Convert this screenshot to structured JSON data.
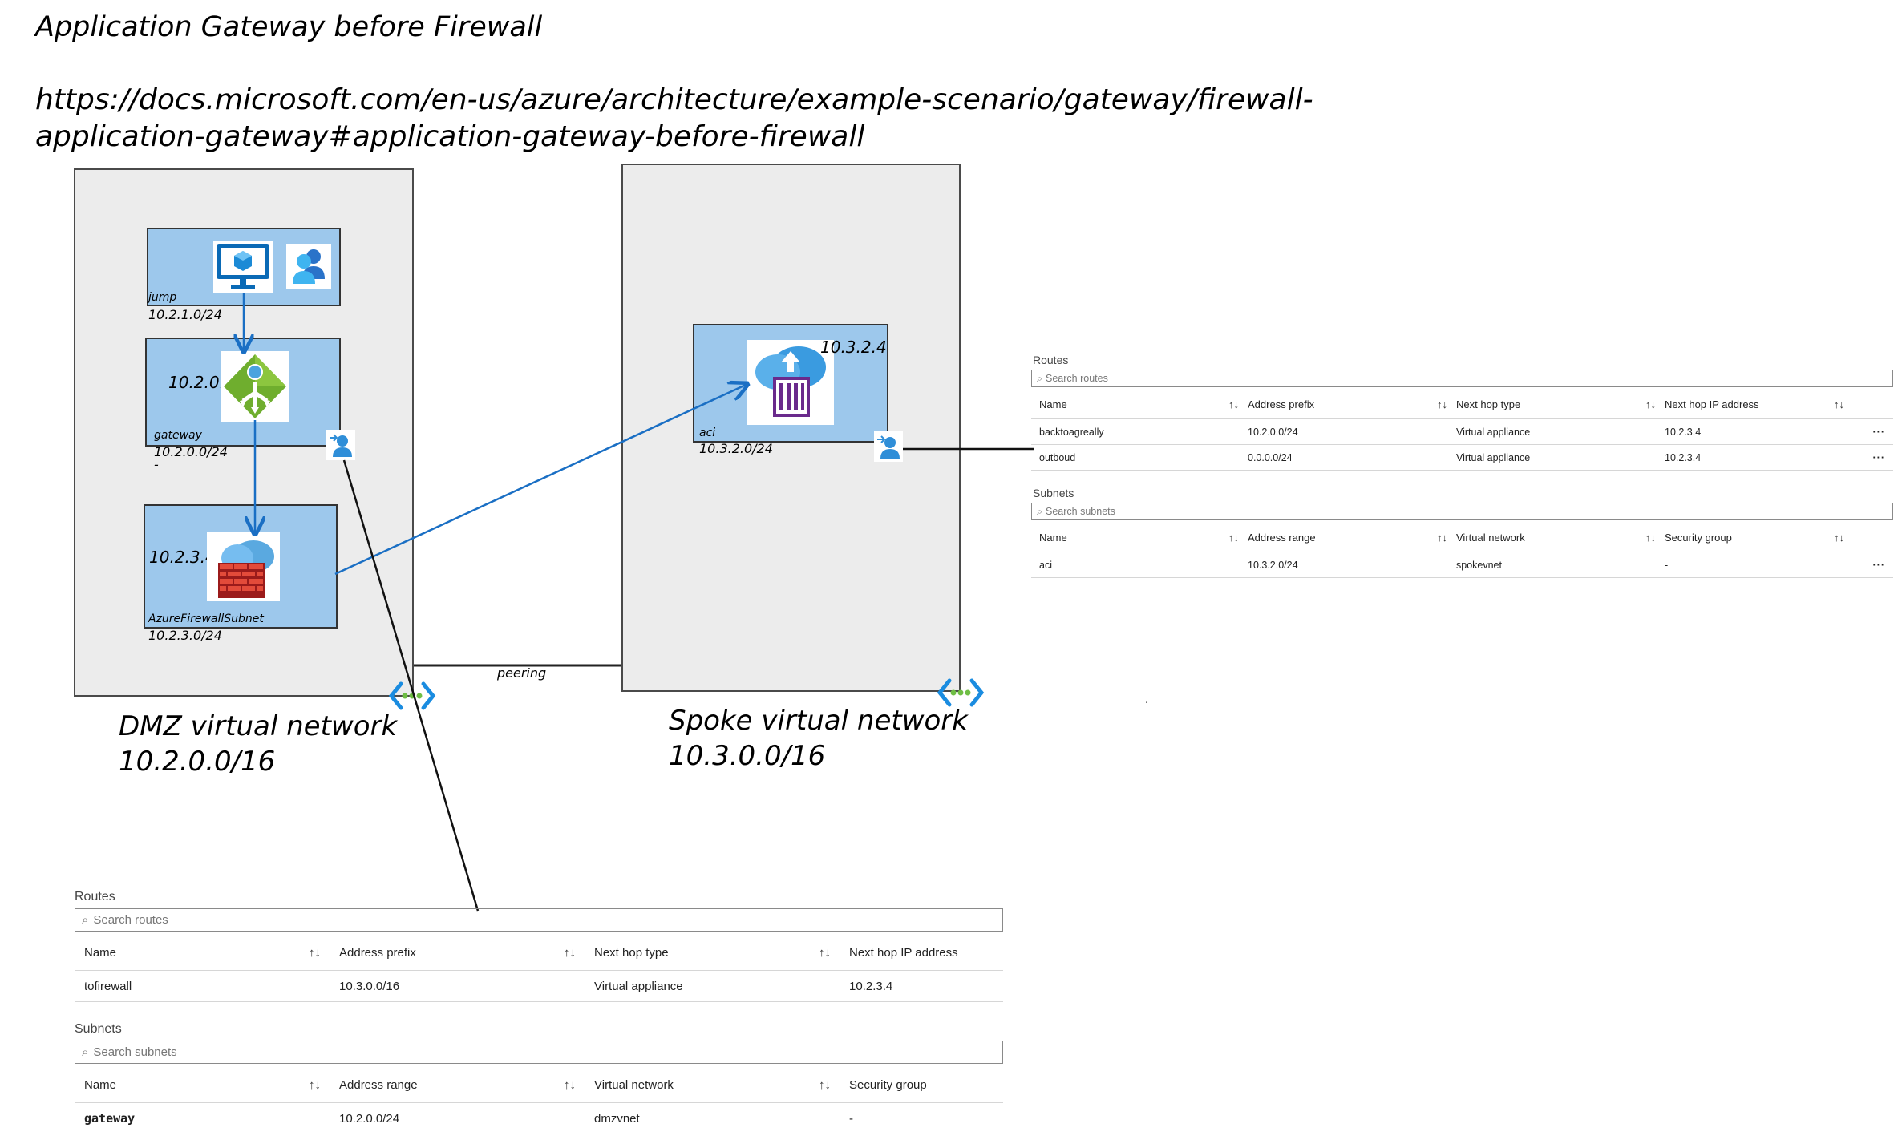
{
  "title": "Application Gateway before Firewall",
  "url_line1": "https://docs.microsoft.com/en-us/azure/architecture/example-scenario/gateway/firewall-",
  "url_line2": "application-gateway#application-gateway-before-firewall",
  "dmz": {
    "label_line1": "DMZ virtual network",
    "label_line2": "10.2.0.0/16",
    "jump": {
      "name": "jump",
      "cidr": "10.2.1.0/24"
    },
    "gateway": {
      "name": "gateway",
      "cidr": "10.2.0.0/24",
      "ip": "10.2.0.4",
      "dash": "-"
    },
    "firewall": {
      "name": "AzureFirewallSubnet",
      "cidr": "10.2.3.0/24",
      "ip": "10.2.3.4"
    }
  },
  "spoke": {
    "label_line1": "Spoke virtual network",
    "label_line2": "10.3.0.0/16",
    "aci": {
      "name": "aci",
      "cidr": "10.3.2.0/24",
      "ip": "10.3.2.4"
    }
  },
  "peering_label": "peering",
  "stray_dot": ".",
  "icons": {
    "vm": "virtual-machine-icon",
    "users": "users-icon",
    "appgw": "application-gateway-icon",
    "firewall": "firewall-icon",
    "aci": "container-instances-icon",
    "udr": "route-table-icon",
    "vnet": "virtual-network-icon"
  },
  "colors": {
    "arrow": "#1a6fc4",
    "subnet": "#9dc8ec",
    "vnet_bg": "#ececec"
  },
  "dmz_tables": {
    "routes_title": "Routes",
    "routes_search": "Search routes",
    "routes_headers": [
      "Name",
      "Address prefix",
      "Next hop type",
      "Next hop IP address"
    ],
    "routes_rows": [
      [
        "tofirewall",
        "10.3.0.0/16",
        "Virtual appliance",
        "10.2.3.4"
      ]
    ],
    "subnets_title": "Subnets",
    "subnets_search": "Search subnets",
    "subnets_headers": [
      "Name",
      "Address range",
      "Virtual network",
      "Security group"
    ],
    "subnets_rows": [
      [
        "gateway",
        "10.2.0.0/24",
        "dmzvnet",
        "-"
      ]
    ]
  },
  "spoke_tables": {
    "routes_title": "Routes",
    "routes_search": "Search routes",
    "routes_headers": [
      "Name",
      "Address prefix",
      "Next hop type",
      "Next hop IP address"
    ],
    "routes_rows": [
      [
        "backtoagreally",
        "10.2.0.0/24",
        "Virtual appliance",
        "10.2.3.4"
      ],
      [
        "outboud",
        "0.0.0.0/24",
        "Virtual appliance",
        "10.2.3.4"
      ]
    ],
    "subnets_title": "Subnets",
    "subnets_search": "Search subnets",
    "subnets_headers": [
      "Name",
      "Address range",
      "Virtual network",
      "Security group"
    ],
    "subnets_rows": [
      [
        "aci",
        "10.3.2.0/24",
        "spokevnet",
        "-"
      ]
    ],
    "more_label": "···"
  }
}
